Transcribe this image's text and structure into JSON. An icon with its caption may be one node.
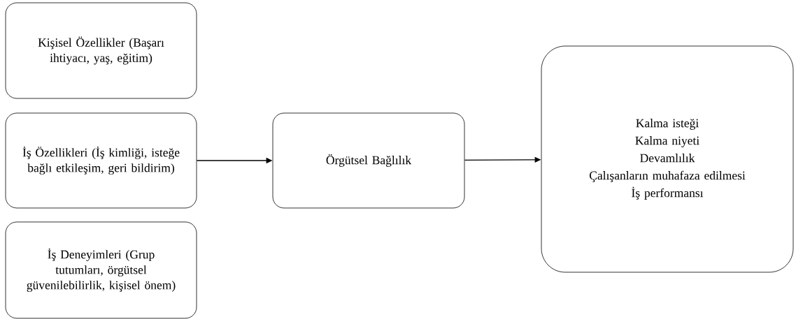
{
  "diagram": {
    "nodes": [
      {
        "text": [
          "Kişisel Özellikler (Başarı ihtiyacı, yaş, eğitim)"
        ]
      },
      {
        "text": [
          "İş Özellikleri (İş kimliği, isteğe bağlı etkileşim, geri bildirim)"
        ]
      },
      {
        "text": [
          "İş Deneyimleri (Grup tutumları, örgütsel güvenilebilirlik, kişisel önem)"
        ]
      },
      {
        "text": [
          "Örgütsel Bağlılık"
        ]
      },
      {
        "text": [
          "Kalma isteği",
          "Kalma niyeti",
          "Devamlılık",
          "Çalışanların muhafaza edilmesi",
          "İş performansı"
        ]
      }
    ],
    "edges": [
      {
        "from": 1,
        "to": 3,
        "arrow": "to"
      },
      {
        "from": 3,
        "to": 4,
        "arrow": "to"
      }
    ]
  }
}
